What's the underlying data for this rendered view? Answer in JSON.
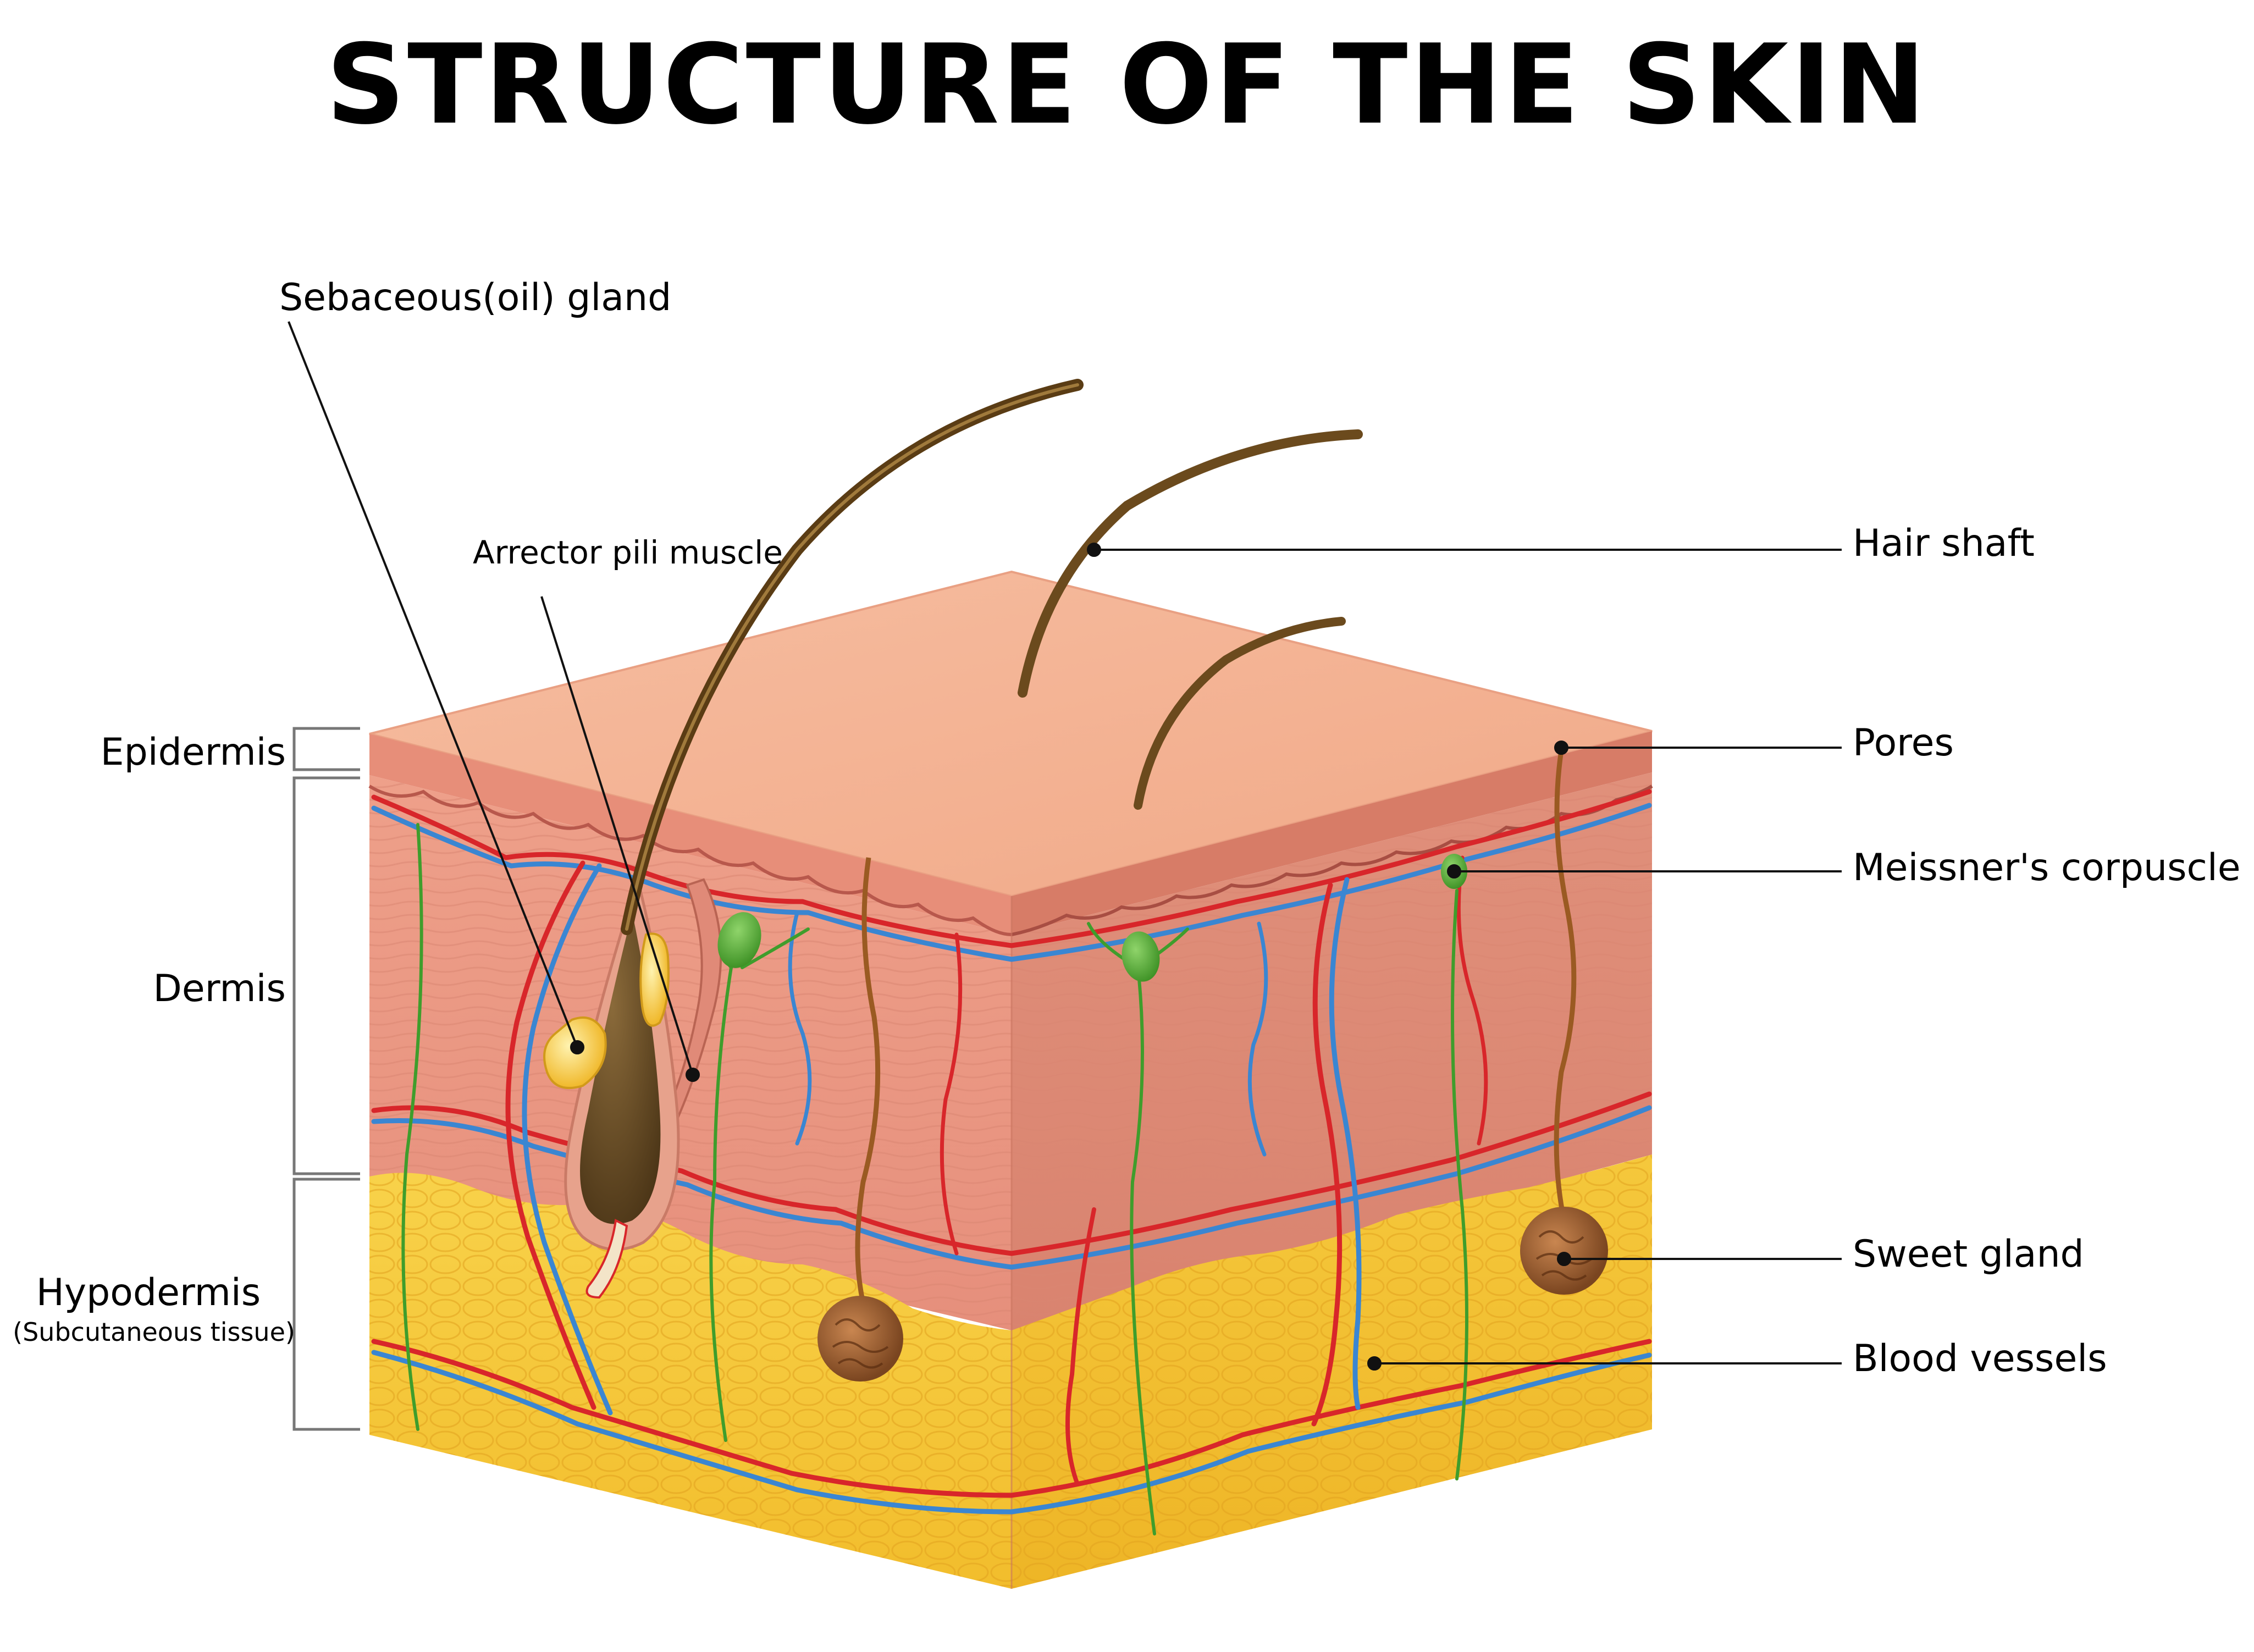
{
  "title": "STRUCTURE OF THE SKIN",
  "labels": {
    "sebaceous": "Sebaceous(oil) gland",
    "arrector": "Arrector pili muscle",
    "hair_shaft": "Hair shaft",
    "pores": "Pores",
    "meissner": "Meissner's corpuscle",
    "sweet_gland": "Sweet gland",
    "blood_vessels": "Blood vessels"
  },
  "layers": {
    "epidermis": "Epidermis",
    "dermis": "Dermis",
    "hypodermis": "Hypodermis",
    "hypodermis_sub": "(Subcutaneous tissue)"
  },
  "colors": {
    "skin_top": "#f4b295",
    "dermis": "#e89c86",
    "hypodermis": "#f5c531",
    "artery": "#d8262a",
    "vein": "#3a86d2",
    "nerve": "#3f9d2c",
    "hair": "#6b4a1d",
    "gland": "#f2c24a"
  }
}
